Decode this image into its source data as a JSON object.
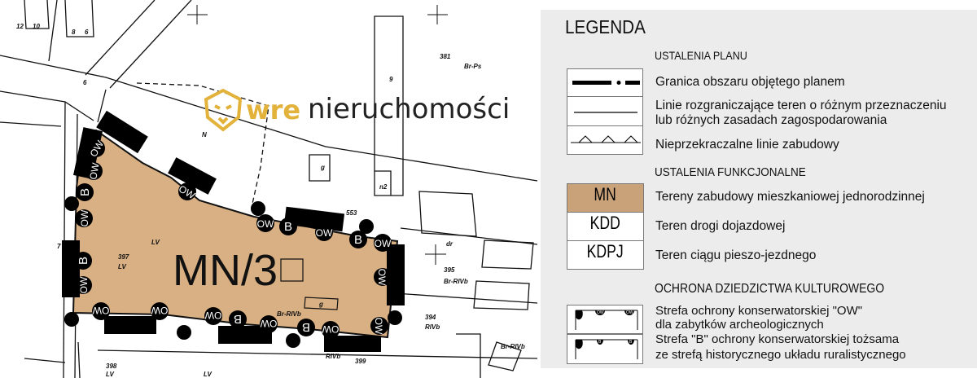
{
  "map": {
    "zone_label": "MN/3",
    "zone_fill": "#d9b083",
    "protection_labels": {
      "ow": "OW",
      "b": "B"
    },
    "parcel_labels": [
      "397",
      "LV",
      "398",
      "LV",
      "553",
      "395",
      "Br-RIVb",
      "394",
      "RIVb",
      "399",
      "RIVb",
      "381",
      "Br-Ps",
      "9",
      "N",
      "g",
      "n2",
      "Br-RIVb",
      "g",
      "dr",
      "LV",
      "Br-RIVb",
      "LV",
      "7",
      "6",
      "12",
      "10",
      "8",
      "6"
    ]
  },
  "legend": {
    "title": "LEGENDA",
    "plan_section": "USTALENIA PLANU",
    "plan_items": [
      {
        "symbol": "boundary-dash-dot",
        "lines": [
          "Granica obszaru objętego planem"
        ]
      },
      {
        "symbol": "thin-line",
        "lines": [
          "Linie rozgraniczające teren o różnym przeznaczeniu",
          "lub różnych zasadach zagospodarowania"
        ]
      },
      {
        "symbol": "triangle-line",
        "lines": [
          "Nieprzekraczalne linie zabudowy"
        ]
      }
    ],
    "functional_section": "USTALENIA FUNKCJONALNE",
    "functional_items": [
      {
        "code": "MN",
        "label": "Tereny zabudowy mieszkaniowej jednorodzinnej",
        "color": "#c9a27a"
      },
      {
        "code": "KDD",
        "label": "Teren drogi dojazdowej",
        "color": "#ffffff"
      },
      {
        "code": "KDPJ",
        "label": "Teren ciągu pieszo-jezdnego",
        "color": "#ffffff"
      }
    ],
    "heritage_section": "OCHRONA DZIEDZICTWA KULTUROWEGO",
    "heritage_items": [
      {
        "symbol_label": "OW",
        "lines": [
          "Strefa ochrony konserwatorskiej \"OW\"",
          "dla zabytków archeologicznych"
        ]
      },
      {
        "symbol_label": "B",
        "lines": [
          "Strefa \"B\" ochrony konserwatorskiej tożsama",
          "ze strefą historycznego układu ruralistycznego"
        ]
      }
    ]
  },
  "watermark": {
    "brand_a": "wre",
    "brand_b": "nieruchomości",
    "gold": "#e2b23a"
  }
}
